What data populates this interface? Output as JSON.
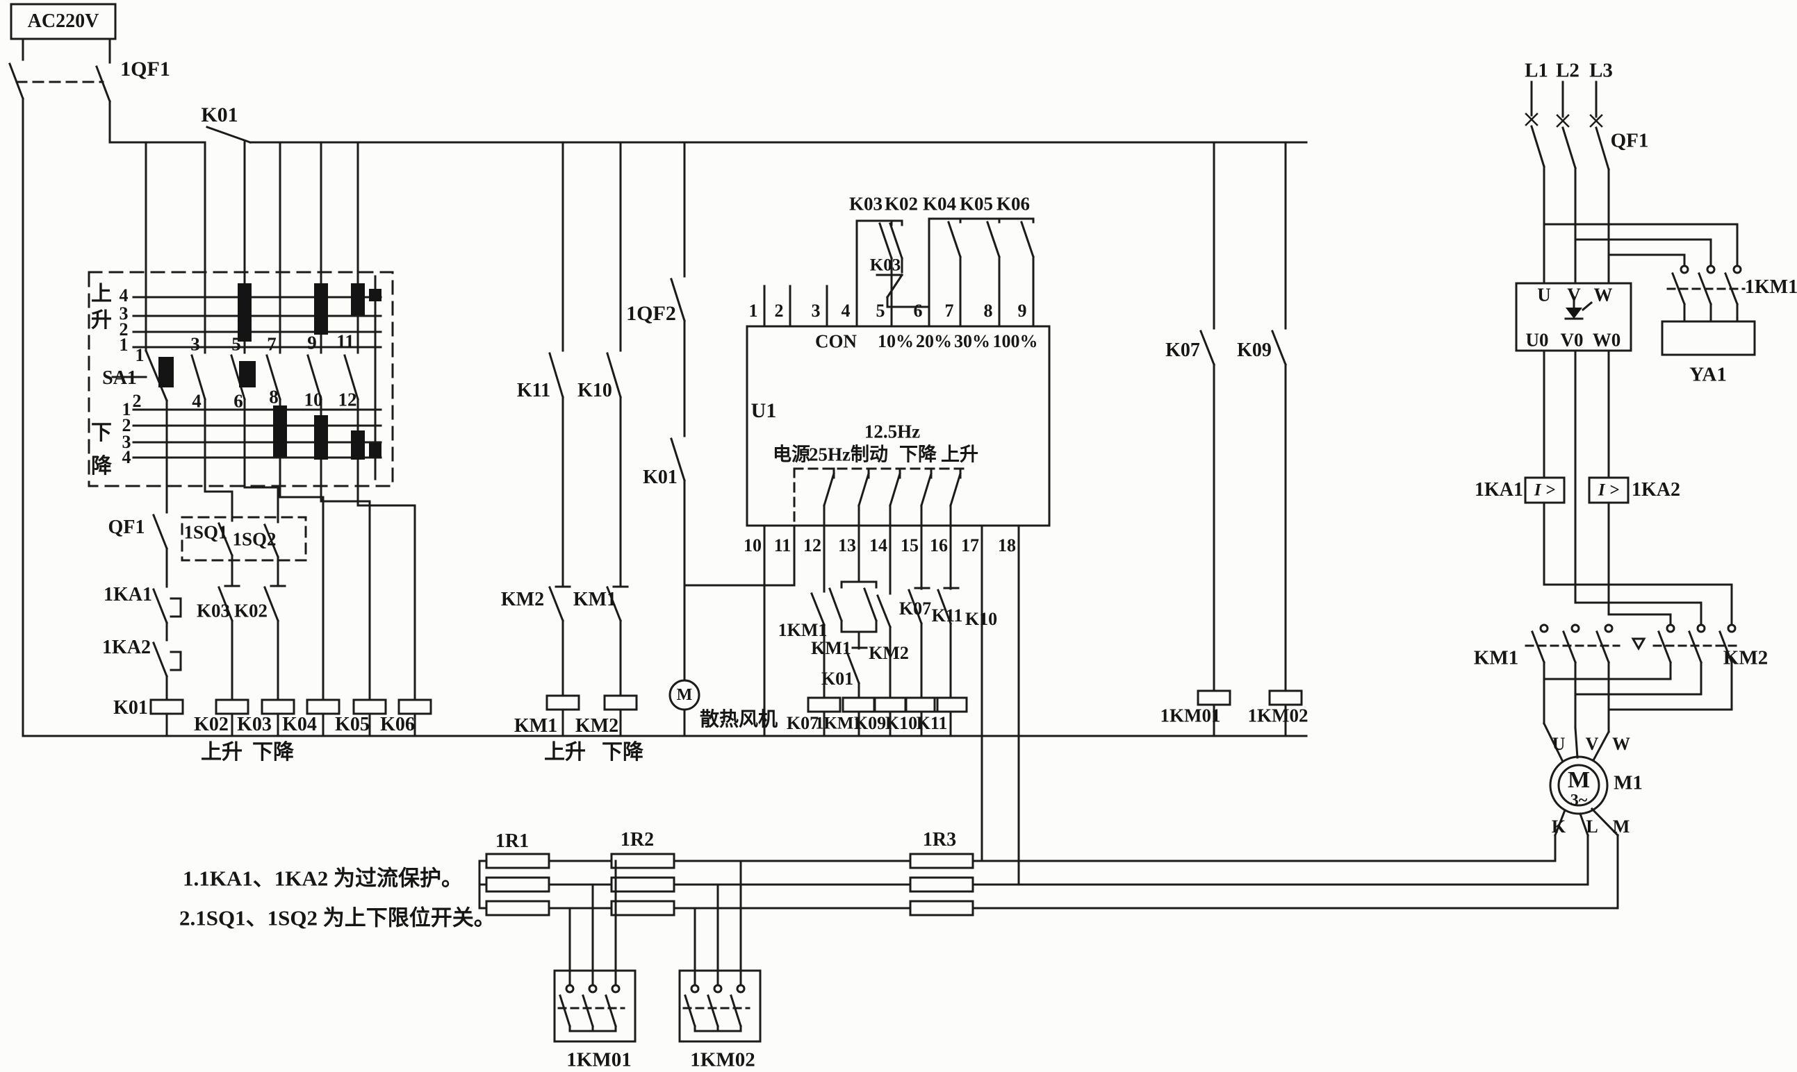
{
  "supply": {
    "source": "AC220V",
    "breaker": "1QF1",
    "main_switch": "K01"
  },
  "sa1": {
    "label": "SA1",
    "up": [
      "上",
      "升"
    ],
    "down": [
      "下",
      "降"
    ],
    "up_pos": [
      "4",
      "3",
      "2",
      "1"
    ],
    "mid": [
      "1",
      "2"
    ],
    "down_pos": [
      "1",
      "2",
      "3",
      "4"
    ],
    "cols_top": [
      "3",
      "5",
      "7",
      "9",
      "11"
    ],
    "cols_bottom": [
      "4",
      "6",
      "8",
      "10",
      "12"
    ]
  },
  "left_branch": {
    "qf1": "QF1",
    "ka1": "1KA1",
    "ka2": "1KA2",
    "coil": "K01"
  },
  "limit": {
    "sq1": "1SQ1",
    "sq2": "1SQ2",
    "k03": "K03",
    "k02": "K02"
  },
  "coil_row": {
    "k02": "K02",
    "k03": "K03",
    "k04": "K04",
    "k05": "K05",
    "k06": "K06",
    "up": "上升",
    "down": "下降"
  },
  "mid_branch": {
    "k11": "K11",
    "k10": "K10",
    "km2_nc": "KM2",
    "km1_nc": "KM1",
    "km1_coil": "KM1",
    "km2_coil": "KM2",
    "up": "上升",
    "down": "下降",
    "qf2": "1QF2",
    "k01": "K01",
    "fan_m": "M",
    "fan": "散热风机"
  },
  "u1": {
    "label": "U1",
    "top_terminals": [
      "1",
      "2",
      "3",
      "4",
      "5",
      "6",
      "7",
      "8",
      "9"
    ],
    "contacts": [
      "K03",
      "K02",
      "K04",
      "K05",
      "K06"
    ],
    "k03_small": "K03",
    "con": "CON",
    "pct": [
      "10%",
      "20%",
      "30%",
      "100%"
    ],
    "hz": "12.5Hz",
    "outputs": [
      "电源",
      "25Hz",
      "制动",
      "下降",
      "上升"
    ],
    "bottom_terminals": [
      "10",
      "11",
      "12",
      "13",
      "14",
      "15",
      "16",
      "17",
      "18"
    ]
  },
  "relay_net": {
    "km1_no": "1KM1",
    "km1": "KM1",
    "km2": "KM2",
    "k01_nc": "K01",
    "k07_no": "K07",
    "k11_nc": "K11",
    "k10_nc": "K10",
    "coils": [
      "K07",
      "1KM1",
      "K09",
      "K10",
      "K11"
    ]
  },
  "right_branch": {
    "k07": "K07",
    "k09": "K09",
    "km01": "1KM01",
    "km02": "1KM02"
  },
  "notes": [
    "1.1KA1、1KA2 为过流保护。",
    "2.1SQ1、1SQ2 为上下限位开关。"
  ],
  "rotor": {
    "r1": "1R1",
    "r2": "1R2",
    "r3": "1R3",
    "km01": "1KM01",
    "km02": "1KM02"
  },
  "power": {
    "lines": [
      "L1",
      "L2",
      "L3"
    ],
    "qf1": "QF1",
    "inv_top": [
      "U",
      "V",
      "W"
    ],
    "inv_bottom": [
      "U0",
      "V0",
      "W0"
    ],
    "km1": "1KM1",
    "ya1": "YA1",
    "ka1": "1KA1",
    "ka2": "1KA2",
    "i_sym": "I >",
    "km1_main": "KM1",
    "km2_main": "KM2",
    "motor_top": [
      "U",
      "V",
      "W"
    ],
    "motor_bottom": [
      "K",
      "L",
      "M"
    ],
    "motor_name": "M1",
    "motor_sym": "M",
    "motor_phase": "3~"
  }
}
